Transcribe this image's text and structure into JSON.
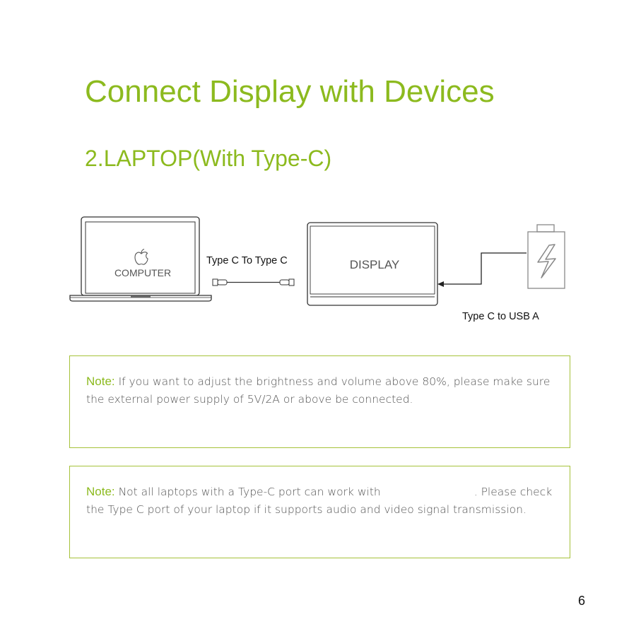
{
  "page": {
    "title": "Connect Display with Devices",
    "subtitle": "2.LAPTOP(With Type-C)",
    "page_number": "6"
  },
  "diagram": {
    "computer_label": "COMPUTER",
    "display_label": "DISPLAY",
    "cable1_label": "Type C To Type C",
    "cable2_label": "Type C to USB A",
    "icons": [
      "apple-logo-icon",
      "battery-charging-icon",
      "cable-icon",
      "arrow-icon"
    ],
    "colors": {
      "accent": "#8cba1e",
      "line": "#222222",
      "gray": "#888888"
    }
  },
  "notes": [
    {
      "label": "Note:",
      "text": "If you want to adjust the brightness and volume above 80%, please make sure the external power supply of 5V/2A or above be connected."
    },
    {
      "label": "Note:",
      "text_before": "Not all laptops with a Type-C port can work with",
      "text_after": ". Please check the Type C port of your laptop if it supports audio and video signal transmission."
    }
  ]
}
